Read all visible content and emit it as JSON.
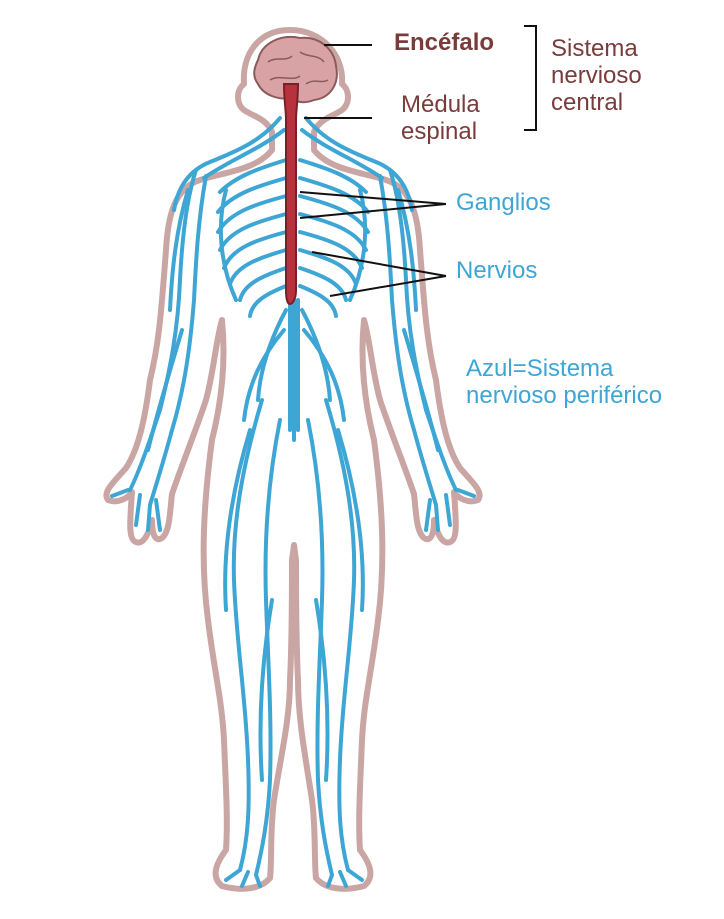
{
  "labels": {
    "encefalo": "Encéfalo",
    "medula": [
      "Médula",
      "espinal"
    ],
    "snc": [
      "Sistema",
      "nervioso",
      "central"
    ],
    "ganglios": "Ganglios",
    "nervios": "Nervios",
    "leyenda": [
      "Azul=Sistema",
      "nervioso periférico"
    ]
  },
  "colors": {
    "nerve_blue": "#3ea6d4",
    "central_label": "#7a3b3b",
    "spinal_cord": "#b8323e",
    "brain": "#d9a3a5",
    "body_outline": "#c9a6a4"
  }
}
